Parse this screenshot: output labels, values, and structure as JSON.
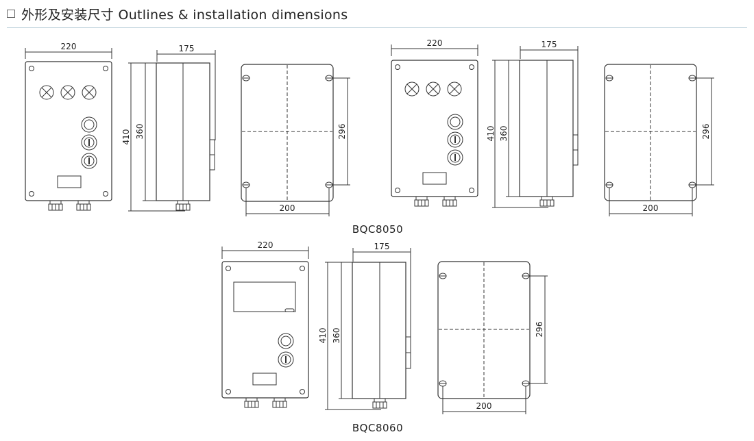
{
  "header": {
    "title": "外形及安装尺寸 Outlines & installation dimensions"
  },
  "dimensions": {
    "front_width": "220",
    "side_depth": "175",
    "overall_height": "410",
    "body_height": "360",
    "mount_height": "296",
    "mount_width": "200"
  },
  "models": [
    {
      "id": "bqc8050",
      "caption": "BQC8050",
      "indicator_lamps": 3,
      "push_buttons": 3,
      "display_window": false
    },
    {
      "id": "bqc8060",
      "caption": "BQC8060",
      "indicator_lamps": 0,
      "push_buttons": 2,
      "display_window": true
    }
  ]
}
